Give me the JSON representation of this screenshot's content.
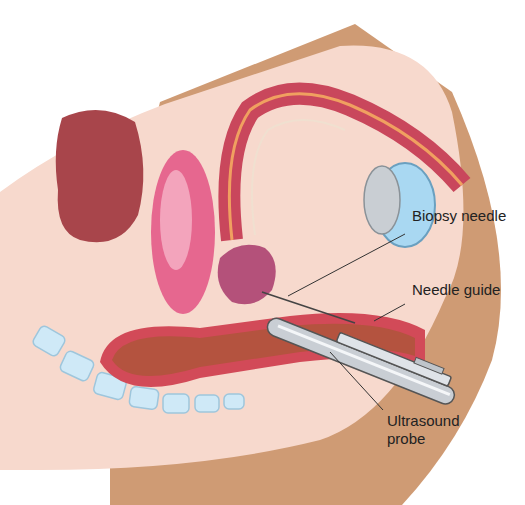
{
  "diagram": {
    "labels": [
      "Biopsy needle",
      "Needle guide",
      "Ultrasound probe"
    ]
  }
}
